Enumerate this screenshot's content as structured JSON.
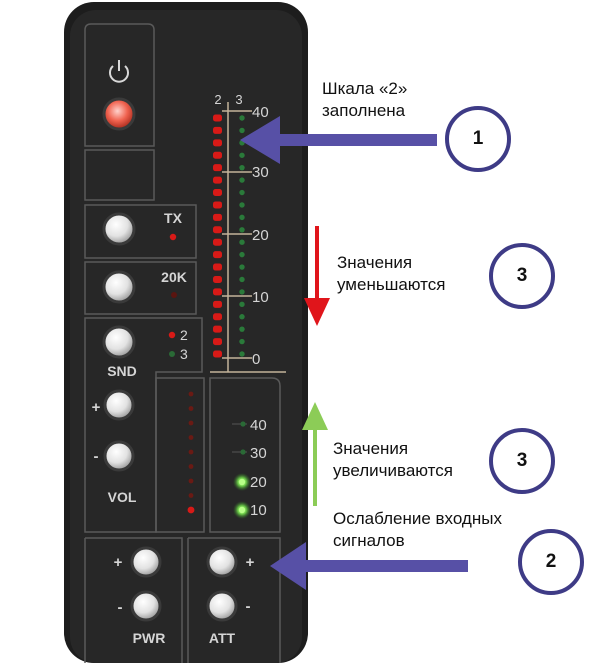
{
  "device": {
    "power_icon": "power-icon",
    "buttons": {
      "tx": "TX",
      "k20": "20K",
      "snd": "SND",
      "vol": "VOL",
      "pwr": "PWR",
      "att": "ATT",
      "plus": "+",
      "minus": "-"
    },
    "scale_selector": [
      "2",
      "3"
    ],
    "upper_meter": {
      "column_labels": [
        "2",
        "3"
      ],
      "tick_labels": [
        "40",
        "30",
        "20",
        "10",
        "0"
      ]
    },
    "att_meter": {
      "tick_labels": [
        "40",
        "30",
        "20",
        "10"
      ],
      "lit_levels": [
        "20",
        "10"
      ]
    }
  },
  "callouts": {
    "scale_filled": "Шкала «2» заполнена",
    "values_decrease": "Значения уменьшаются",
    "values_increase": "Значения увеличиваются",
    "input_attenuation": "Ослабление входных сигналов"
  },
  "markers": [
    "1",
    "2",
    "3",
    "3"
  ],
  "colors": {
    "panel": "#262626",
    "arrow_blue": "#5750a6",
    "arrow_red": "#e0151b",
    "arrow_green": "#8ccc57",
    "led_red": "#d81a17",
    "led_green": "#2a7a3a",
    "led_green_lit": "#8ff06a"
  }
}
